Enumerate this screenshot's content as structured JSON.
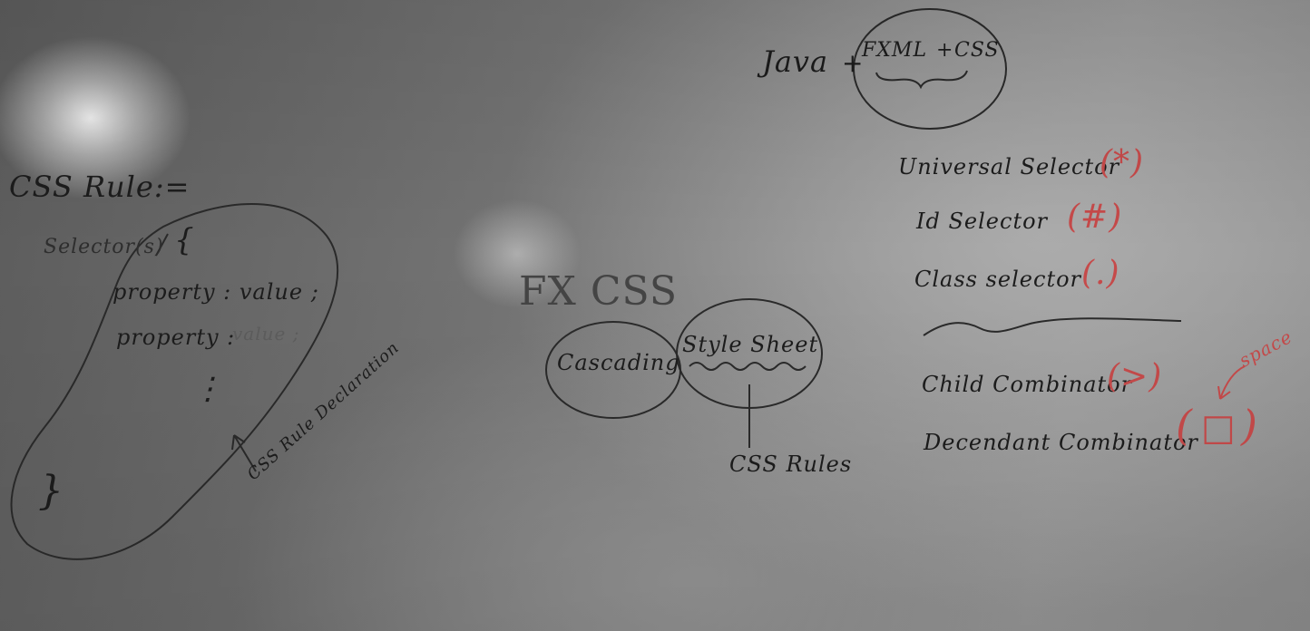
{
  "board": {
    "top": {
      "java": "Java",
      "plus1": "+",
      "fxml": "FXML",
      "plus2": "+",
      "css": "CSS"
    },
    "css_rule": {
      "title": "CSS Rule:=",
      "selector": "Selector(s)",
      "open_brace": "{",
      "line1": "property : value ;",
      "line2_property": "property :",
      "line2_value": "value ;",
      "dots": "⋮",
      "close_brace": "}",
      "declaration_label": "CSS Rule Declaration"
    },
    "fx_css": {
      "title": "FX CSS",
      "cascading": "Cascading",
      "style_sheet": "Style Sheet",
      "rules": "CSS Rules"
    },
    "selectors": {
      "universal": "Universal Selector",
      "universal_symbol": "(*)",
      "id": "Id Selector",
      "id_symbol": "(#)",
      "class": "Class selector",
      "class_symbol": "(.)",
      "child": "Child Combinator",
      "child_symbol": "(>)",
      "descendant": "Decendant Combinator",
      "descendant_symbol_open": "(",
      "descendant_symbol_box": "□",
      "descendant_symbol_close": ")",
      "space_note": "space"
    },
    "colors": {
      "marker_black": "#1c1c1c",
      "marker_red": "#c64a4a",
      "board": "#8a8a8a"
    }
  }
}
